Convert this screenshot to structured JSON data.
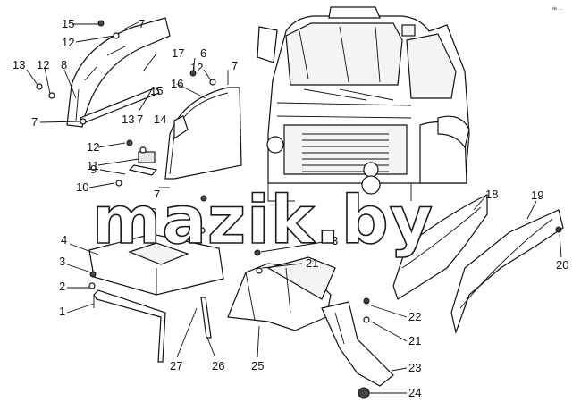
{
  "watermark": "mazik.by",
  "corner_mark": "№ …",
  "part_labels": [
    "15",
    "7",
    "12",
    "13",
    "12",
    "8",
    "7",
    "17",
    "6",
    "12",
    "7",
    "16",
    "15",
    "13",
    "7",
    "14",
    "12",
    "11",
    "10",
    "9",
    "7",
    "6",
    "5",
    "4",
    "3",
    "2",
    "1",
    "27",
    "26",
    "3",
    "21",
    "25",
    "18",
    "19",
    "20",
    "22",
    "21",
    "23",
    "24"
  ]
}
